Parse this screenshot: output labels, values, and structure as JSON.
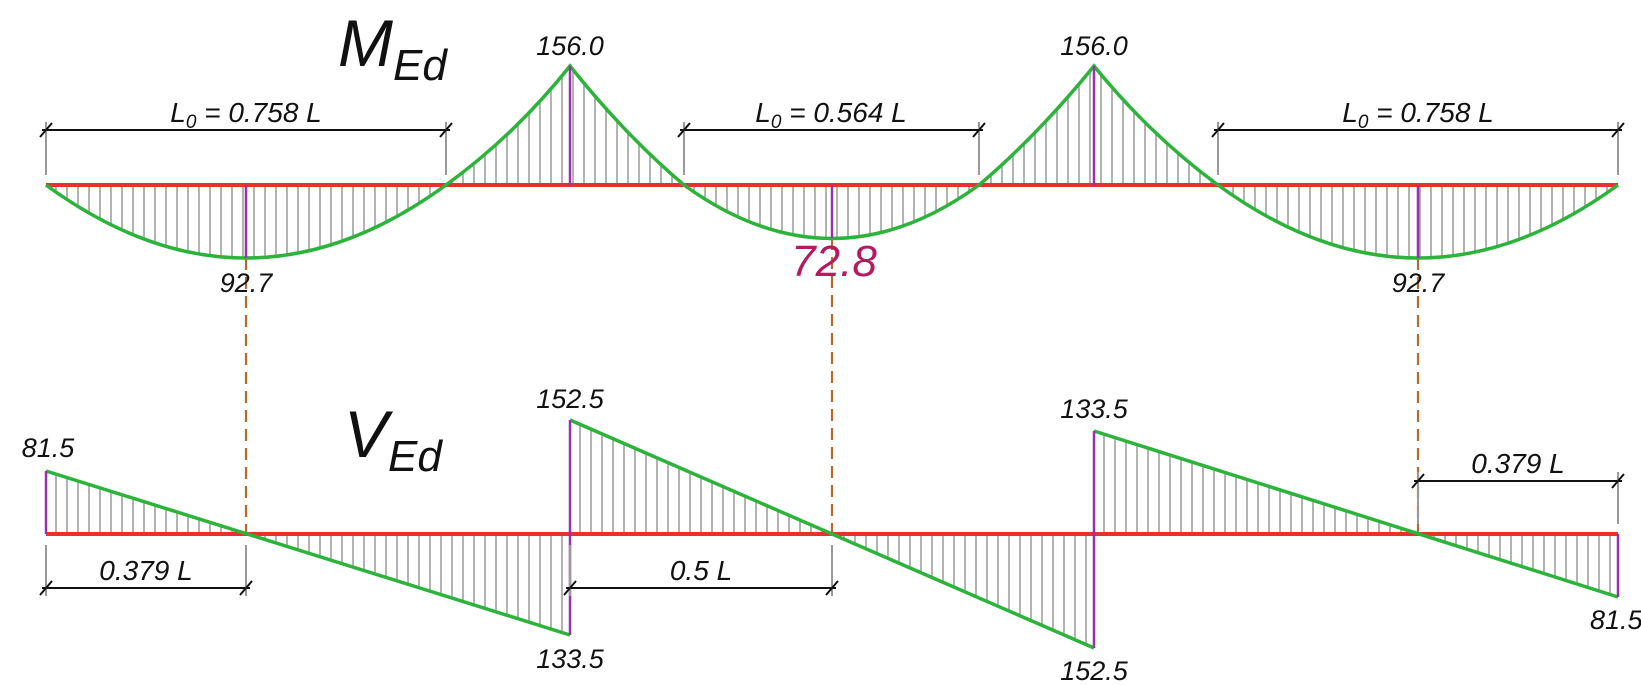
{
  "moment": {
    "symbol": "M",
    "subscript": "Ed",
    "peak_labels": [
      "156.0",
      "156.0"
    ],
    "span_labels": [
      "92.7",
      "92.7"
    ],
    "highlight_label": "72.8",
    "dimensions": [
      "0.758 L",
      "0.564 L",
      "0.758 L"
    ],
    "dimension_prefix": "L",
    "dimension_prefix_sub": "0",
    "dimension_eq": "="
  },
  "shear": {
    "symbol": "V",
    "subscript": "Ed",
    "values": [
      "81.5",
      "152.5",
      "133.5",
      "133.5",
      "152.5",
      "81.5"
    ],
    "dimensions": [
      "0.379 L",
      "0.5 L",
      "0.379 L"
    ]
  },
  "colors": {
    "axis": "#e8312a",
    "curve": "#2bb33a",
    "hatch": "#8a8a8a",
    "ordinate": "#9b2fae",
    "projection": "#b86a2a",
    "highlight": "#b5195f",
    "dimension": "#111111"
  }
}
